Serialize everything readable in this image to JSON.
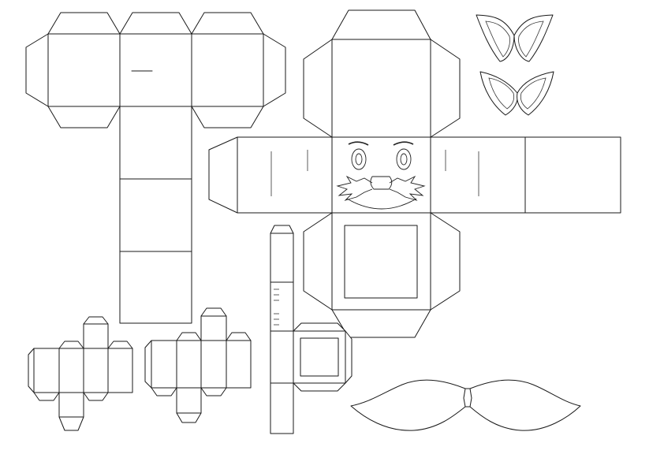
{
  "title": "",
  "colors": {
    "line": "#1a1a1a",
    "background": "#ffffff"
  },
  "pieces": [
    "body-cube-net",
    "head-cube-net",
    "ears",
    "leg-net-left",
    "leg-net-right",
    "arm-net",
    "mustache"
  ]
}
